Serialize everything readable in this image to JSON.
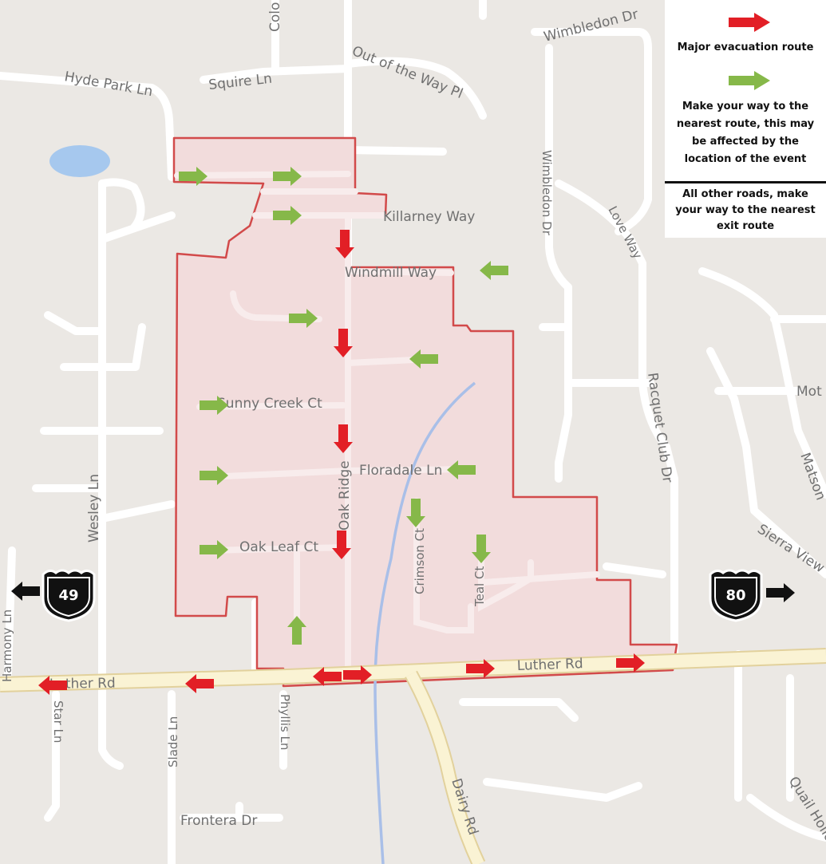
{
  "colors": {
    "background": "#ebe8e4",
    "road": "#ffffff",
    "major_road": "#faf3d4",
    "major_road_edge": "#e2d19c",
    "zone_fill": "#f2dcdc",
    "zone_edge": "#d24a4a",
    "creek": "#a9bfe8",
    "pond": "#a6c8ee",
    "evac_red": "#e21f26",
    "local_green": "#86b849",
    "highway_black": "#111111"
  },
  "icons": {
    "major_route": "red-arrow-icon",
    "nearest_route": "green-arrow-icon",
    "highway": "interstate-shield-icon",
    "direction": "black-arrow-icon"
  },
  "streets": {
    "hyde_park": "Hyde Park Ln",
    "squire": "Squire Ln",
    "colo": "Colo",
    "out_of_the_way": "Out of the Way Pl",
    "wimbledon_top": "Wimbledon Dr",
    "wimbledon_side": "Wimbledon Dr",
    "love_way": "Love Way",
    "killarney": "Killarney Way",
    "windmill": "Windmill Way",
    "sunny_creek": "Sunny Creek Ct",
    "oak_ridge": "Oak Ridge",
    "floradale": "Floradale Ln",
    "oak_leaf": "Oak Leaf Ct",
    "crimson": "Crimson Ct",
    "teal": "Teal Ct",
    "racquet_club": "Racquet Club Dr",
    "mot": "Mot",
    "matson": "Matson",
    "sierra_view": "Sierra View",
    "wesley": "Wesley Ln",
    "harmony": "Harmony Ln",
    "luther_left": "Luther Rd",
    "luther_right": "Luther Rd",
    "star": "Star Ln",
    "slade": "Slade Ln",
    "phyllis": "Phyllis Ln",
    "frontera": "Frontera Dr",
    "dairy": "Dairy Rd",
    "quail": "Quail Hollow"
  },
  "highways": {
    "west": "49",
    "east": "80"
  },
  "legend": {
    "major": "Major evacuation route",
    "nearest": "Make your way to the nearest route, this may be affected by the location of the event",
    "other": "All other roads, make your way to the nearest exit route"
  }
}
